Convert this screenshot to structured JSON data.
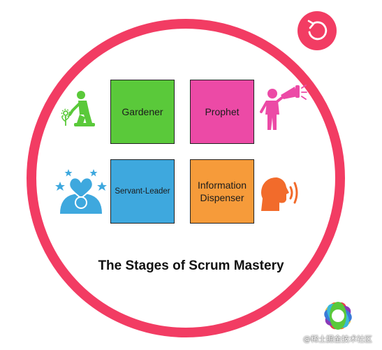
{
  "diagram": {
    "stages": [
      {
        "label": "Gardener",
        "color": "#5ac93a"
      },
      {
        "label": "Prophet",
        "color": "#ec4aa6"
      },
      {
        "label": "Servant-Leader",
        "color": "#3ea8de"
      },
      {
        "label": "Information\nDispenser",
        "color": "#f69b3a"
      }
    ],
    "title": "The Stages of Scrum Mastery"
  },
  "colors": {
    "ring": "#f23c63",
    "gardener_icon": "#5ac93a",
    "prophet_icon": "#ec4aa6",
    "servant_icon": "#3ea8de",
    "info_icon": "#f26b2b"
  },
  "icons": {
    "gardener": "gardener-icon",
    "prophet": "prophet-megaphone-icon",
    "servant": "servant-heart-icon",
    "info": "speaking-head-icon",
    "cycle": "refresh-cycle-icon",
    "hands": "colorful-hands-logo"
  },
  "watermark": "@稀土掘金技术社区"
}
